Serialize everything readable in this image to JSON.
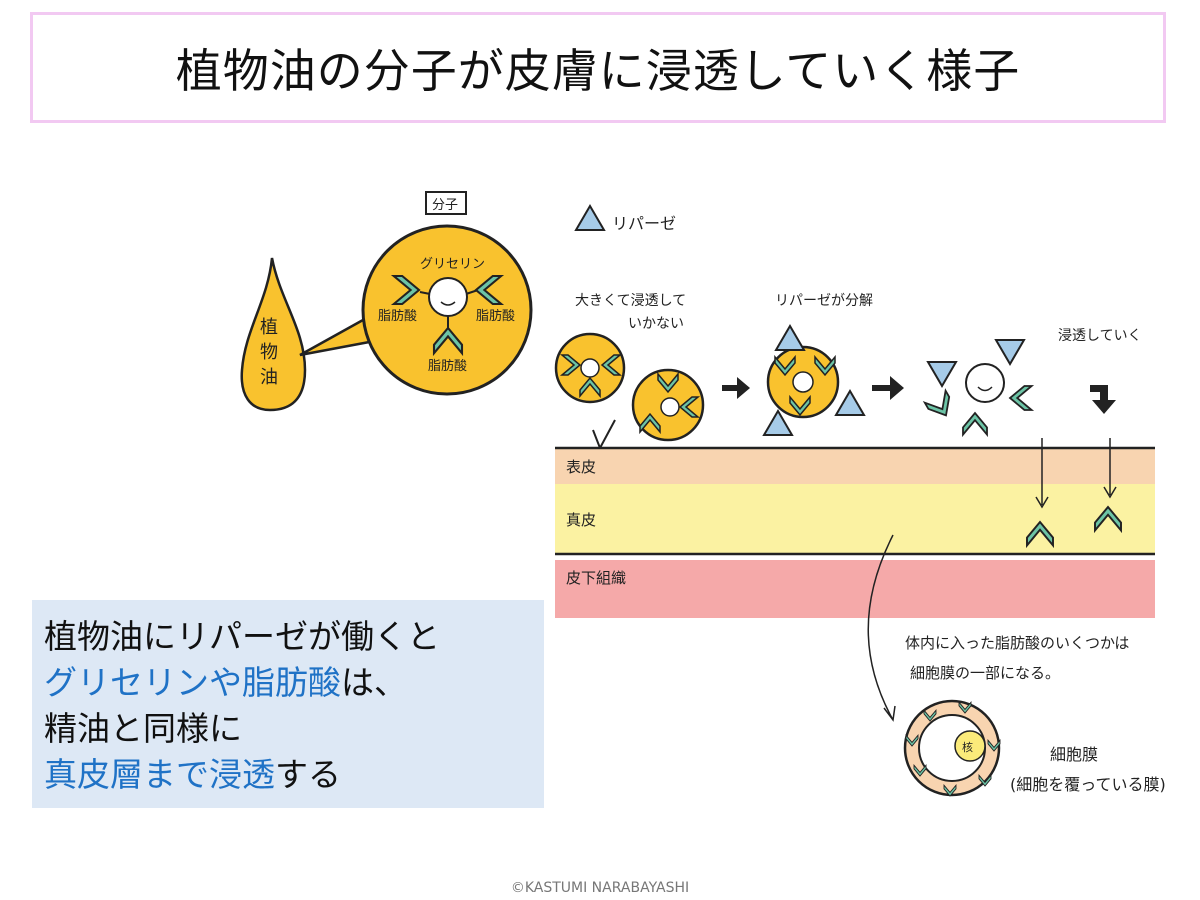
{
  "title": "植物油の分子が皮膚に浸透していく様子",
  "illustration": {
    "molecule_label": "分子",
    "oil_drop_label": [
      "植",
      "物",
      "油"
    ],
    "glycerin": "グリセリン",
    "fatty_acid": "脂肪酸",
    "lipase_legend": "リパーゼ",
    "step1": [
      "大きくて浸透して",
      "いかない"
    ],
    "step2": "リパーゼが分解",
    "step3": "浸透していく",
    "layers": [
      "表皮",
      "真皮",
      "皮下組織"
    ],
    "membrane_note": [
      "体内に入った脂肪酸のいくつかは",
      "細胞膜の一部になる。"
    ],
    "nucleus": "核",
    "membrane_label": "細胞膜",
    "membrane_sub": "(細胞を覆っている膜)"
  },
  "info": {
    "line1": "植物油にリパーゼが働くと",
    "line2_blue": "グリセリンや脂肪酸",
    "line2_rest": "は、",
    "line3": "精油と同様に",
    "line4_blue": "真皮層まで浸透",
    "line4_rest": "する"
  },
  "copyright": "©KASTUMI NARABAYASHI",
  "colors": {
    "yellow": "#f9c22e",
    "teal": "#6cc4a6",
    "lipase": "#a6cbe8",
    "epidermis": "#f8d4b0",
    "dermis": "#fbf2a2",
    "subcutis": "#f5a9a9",
    "accent": "#1f72c6"
  }
}
